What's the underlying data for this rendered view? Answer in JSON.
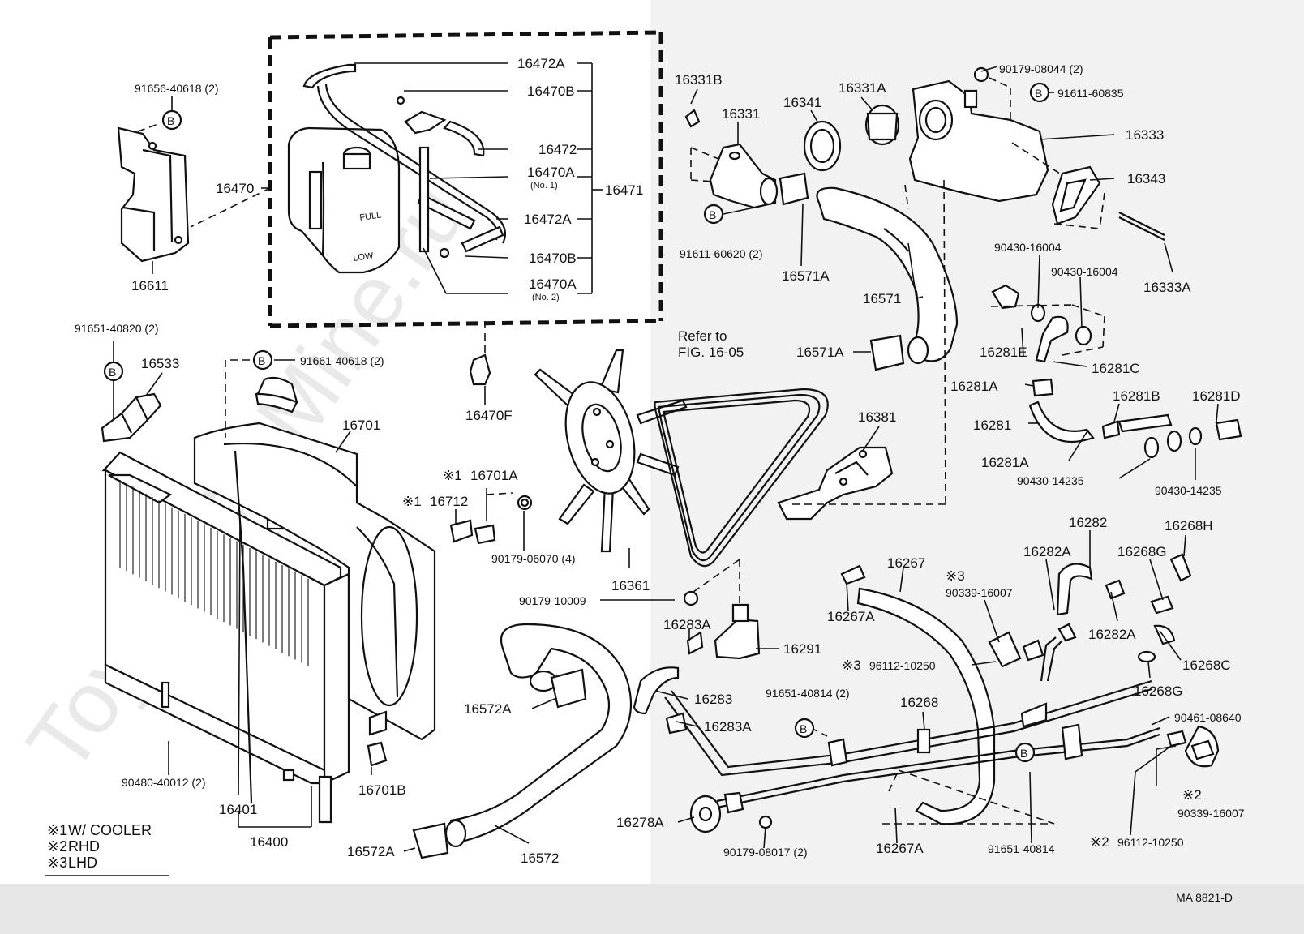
{
  "watermark": "ToyotaCarMine.ru",
  "figure_code": "MA 8821-D",
  "legend": [
    {
      "mark": "※1",
      "text": "W/ COOLER"
    },
    {
      "mark": "※2",
      "text": "RHD"
    },
    {
      "mark": "※3",
      "text": "LHD"
    }
  ],
  "callouts": {
    "c16472A_top": "16472A",
    "c16470B_top": "16470B",
    "c16472": "16472",
    "c16470A_1": "16470A",
    "c16470A_1_note": "(No. 1)",
    "c16471": "16471",
    "c16472A_mid": "16472A",
    "c16470B_mid": "16470B",
    "c16470A_2": "16470A",
    "c16470A_2_note": "(No. 2)",
    "c16470": "16470",
    "c91656": "91656-40618 (2)",
    "c16611": "16611",
    "c91651_40820": "91651-40820 (2)",
    "c16533": "16533",
    "c91661": "91661-40618 (2)",
    "c16701": "16701",
    "c16470F": "16470F",
    "c16701A": "16701A",
    "c16712": "16712",
    "c90179_06070": "90179-06070 (4)",
    "c16361": "16361",
    "c90179_10009": "90179-10009",
    "c16572A_top": "16572A",
    "c16572A_bot": "16572A",
    "c16572": "16572",
    "c90480": "90480-40012 (2)",
    "c16401": "16401",
    "c16400": "16400",
    "c16701B": "16701B",
    "c16331B": "16331B",
    "c16331": "16331",
    "c16341": "16341",
    "c16331A": "16331A",
    "c91611_60620": "91611-60620 (2)",
    "c16571A_top": "16571A",
    "c16571": "16571",
    "c16571A_bot": "16571A",
    "refer1": "Refer to",
    "refer2": "FIG. 16-05",
    "c90179_08044": "90179-08044 (2)",
    "c91611_60835": "91611-60835",
    "c16333": "16333",
    "c16343": "16343",
    "c90430_16004a": "90430-16004",
    "c90430_16004b": "90430-16004",
    "c16333A": "16333A",
    "c16281E": "16281E",
    "c16281C": "16281C",
    "c16281A_top": "16281A",
    "c16281B": "16281B",
    "c16281D": "16281D",
    "c16281": "16281",
    "c16281A_bot": "16281A",
    "c90430_14235a": "90430-14235",
    "c90430_14235b": "90430-14235",
    "c16381": "16381",
    "c16282": "16282",
    "c16282A_top": "16282A",
    "c16268H": "16268H",
    "c16268G_top": "16268G",
    "c16267": "16267",
    "c16267A_top": "16267A",
    "c90339_16007a": "90339-16007",
    "c16283A_top": "16283A",
    "c16291": "16291",
    "c96112_a": "96112-10250",
    "c16282A_bot": "16282A",
    "c16268C": "16268C",
    "c16268G_bot": "16268G",
    "c16283": "16283",
    "c91651_40814a": "91651-40814 (2)",
    "c16268": "16268",
    "c16283A_bot": "16283A",
    "c90461": "90461-08640",
    "c90339_16007b": "90339-16007",
    "c16278A": "16278A",
    "c90179_08017": "90179-08017 (2)",
    "c16267A_bot": "16267A",
    "c91651_40814b": "91651-40814",
    "c96112_b": "96112-10250",
    "mark1a": "※1",
    "mark1b": "※1",
    "mark3a": "※3",
    "mark3b": "※3",
    "mark2a": "※2",
    "mark2b": "※2",
    "badge": "B",
    "fill_text": "FULL",
    "low_text": "LOW"
  }
}
